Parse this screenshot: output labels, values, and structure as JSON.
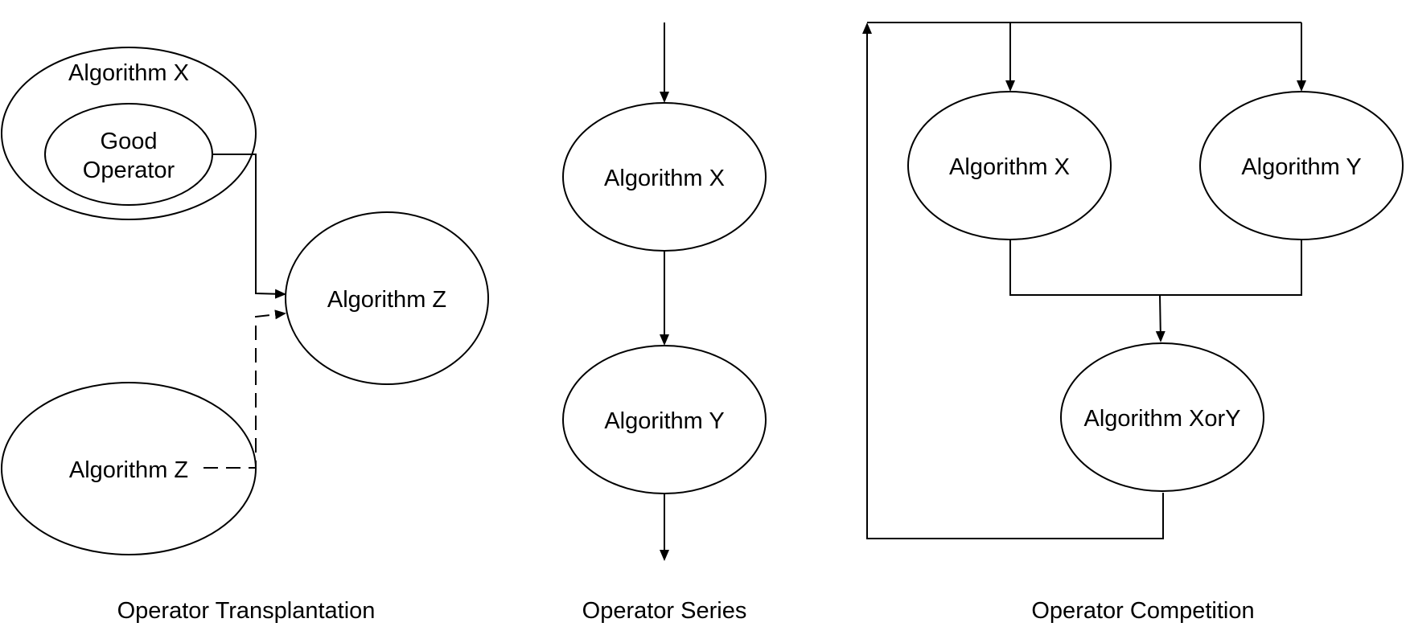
{
  "transplantation": {
    "outer_label": "Algorithm X",
    "inner_label_line1": "Good",
    "inner_label_line2": "Operator",
    "target_label": "Algorithm Z",
    "source_label": "Algorithm Z",
    "caption": "Operator Transplantation"
  },
  "series": {
    "first_label": "Algorithm X",
    "second_label": "Algorithm Y",
    "caption": "Operator Series"
  },
  "competition": {
    "left_label": "Algorithm X",
    "right_label": "Algorithm Y",
    "result_label": "Algorithm XorY",
    "caption": "Operator Competition"
  },
  "colors": {
    "stroke": "#000000",
    "background": "#ffffff"
  }
}
